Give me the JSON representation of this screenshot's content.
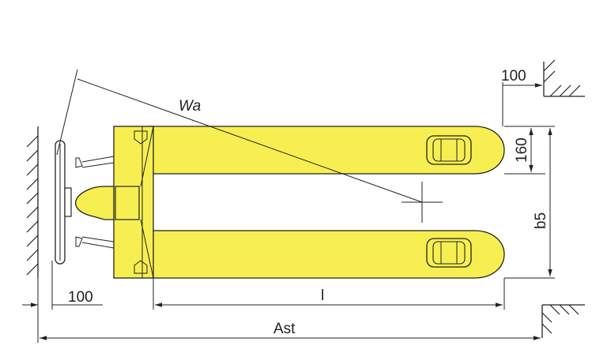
{
  "labels": {
    "wa": "Wa",
    "top_clearance": "100",
    "fork_width": "160",
    "overall_width": "b5",
    "rear_clearance": "100",
    "fork_length": "l",
    "aisle_width": "Ast"
  },
  "colors": {
    "body": "#f7ef52",
    "outline": "#222222",
    "background": "#ffffff"
  }
}
